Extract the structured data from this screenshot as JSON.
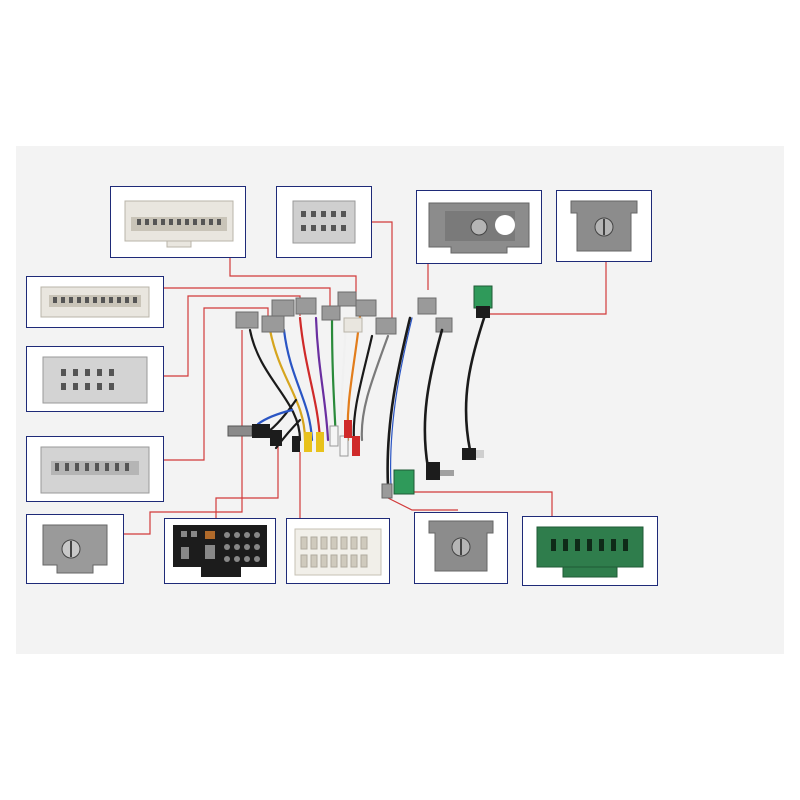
{
  "image": {
    "description_free": true
  },
  "colors": {
    "panel_border": "#1e2a78",
    "leader_line": "#d23a3a",
    "connector_grey": "#9a9a9a",
    "connector_cream": "#e9e6df",
    "connector_green": "#2f7d4c",
    "connector_black": "#1c1c1c",
    "background": "#f3f3f3"
  },
  "panels": [
    {
      "id": "panel-1",
      "connector": "cream-multipin-large"
    },
    {
      "id": "panel-2",
      "connector": "grey-multipin-small"
    },
    {
      "id": "panel-3",
      "connector": "grey-single-pin-round"
    },
    {
      "id": "panel-4",
      "connector": "grey-single-pin"
    },
    {
      "id": "panel-5",
      "connector": "cream-multipin-wide"
    },
    {
      "id": "panel-6",
      "connector": "grey-multipin-square"
    },
    {
      "id": "panel-7",
      "connector": "grey-multipin-wide"
    },
    {
      "id": "panel-8",
      "connector": "grey-single-pin"
    },
    {
      "id": "panel-9",
      "connector": "black-iso-head-unit"
    },
    {
      "id": "panel-10",
      "connector": "white-multipin-female"
    },
    {
      "id": "panel-11",
      "connector": "grey-single-pin"
    },
    {
      "id": "panel-12",
      "connector": "green-multipin"
    }
  ]
}
